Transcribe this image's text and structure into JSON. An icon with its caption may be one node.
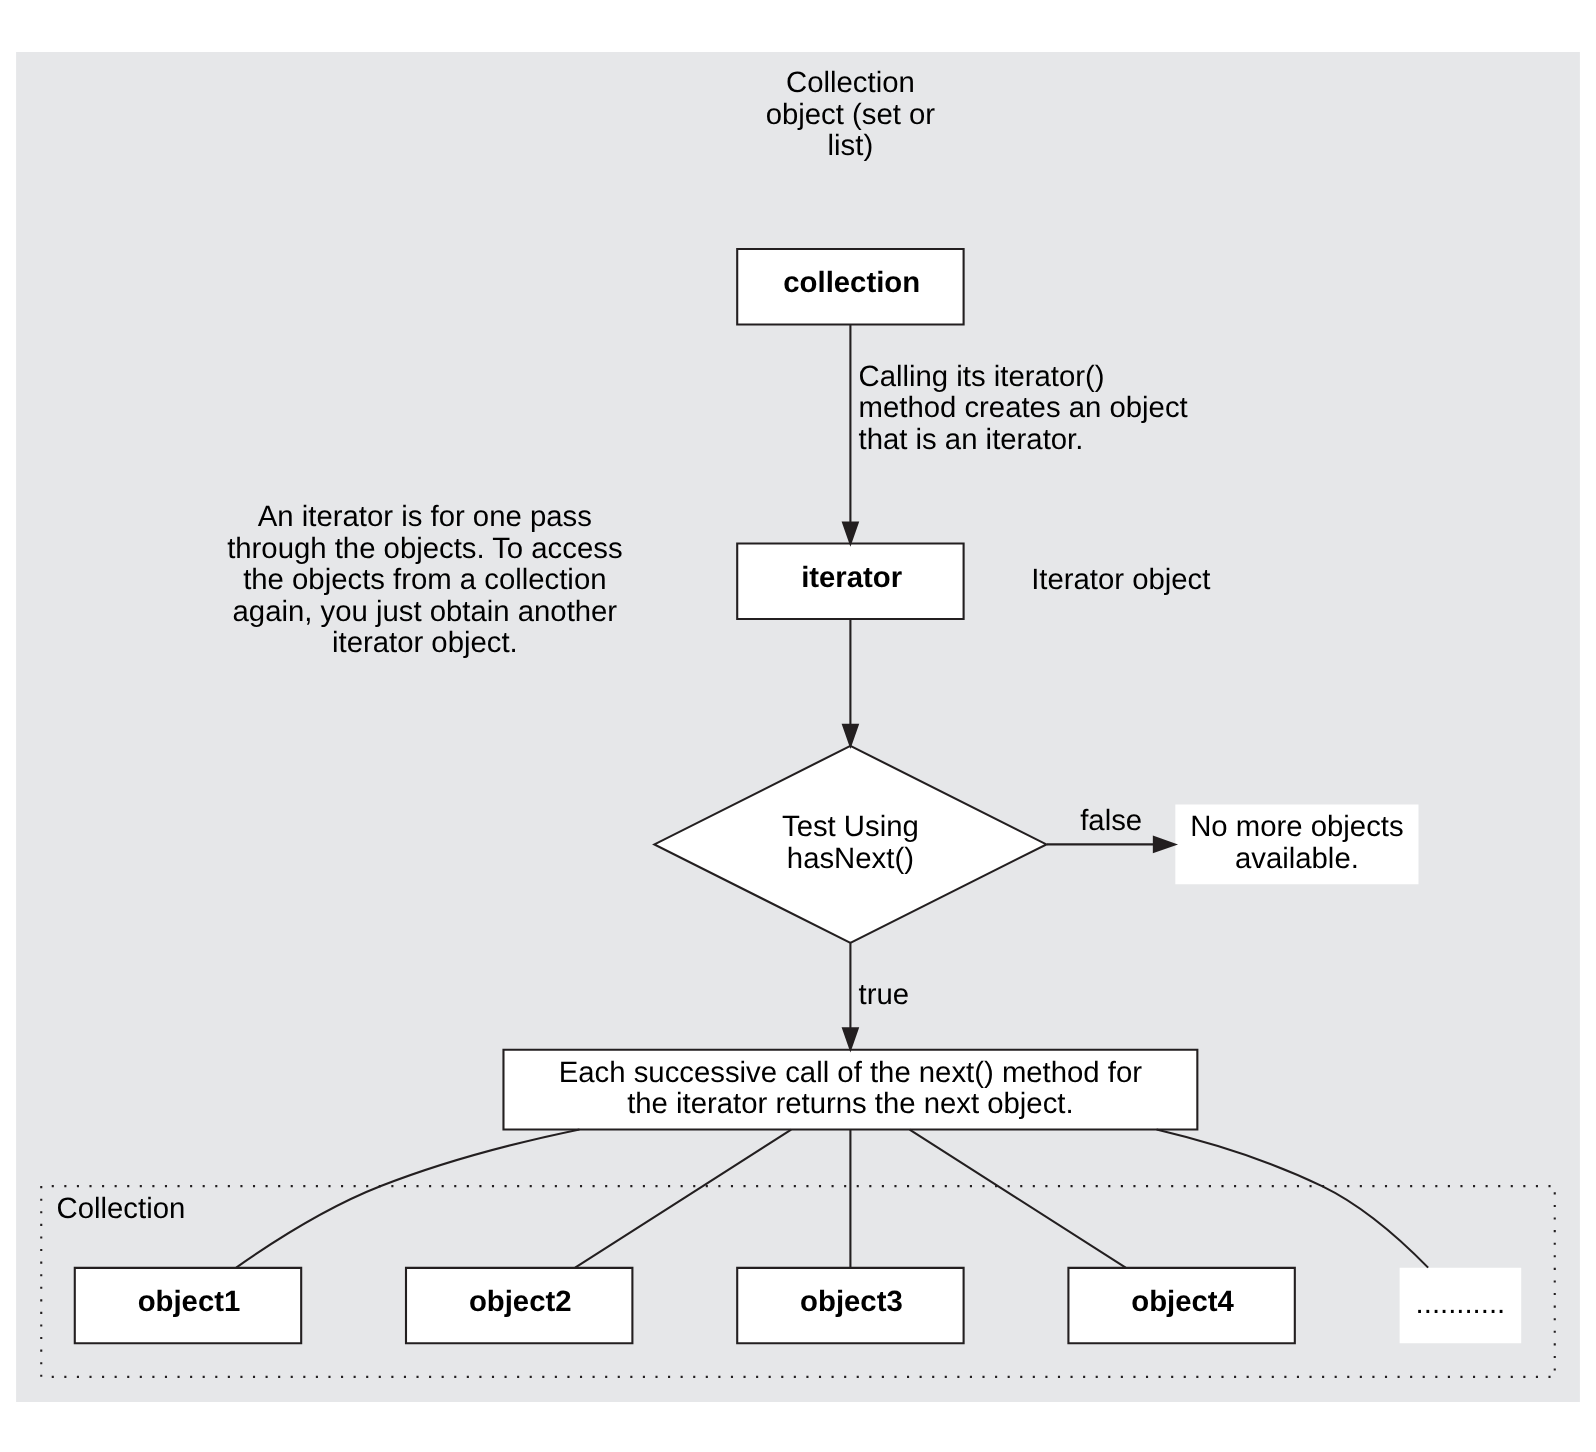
{
  "diagram": {
    "nodes": [
      {
        "text": [
          "collection"
        ],
        "beside": [
          "Collection object (set or list)"
        ]
      },
      {
        "text": [
          "iterator"
        ],
        "beside": [
          "Iterator object"
        ]
      },
      {
        "text": [
          "Test Using hasNext()"
        ]
      },
      {
        "text": [
          "No more objects available."
        ]
      },
      {
        "text": [
          "Each successive call of the next() method for the iterator returns the next object."
        ]
      },
      {
        "text": [
          "Collection"
        ]
      },
      {
        "text": [
          "object1"
        ],
        "in": 5
      },
      {
        "text": [
          "object2"
        ],
        "in": 5
      },
      {
        "text": [
          "object3"
        ],
        "in": 5
      },
      {
        "text": [
          "object4"
        ],
        "in": 5
      },
      {
        "text": [
          "..........."
        ],
        "in": 5
      }
    ],
    "edges": [
      {
        "from": 0,
        "to": 1,
        "arrow": "to",
        "label": "Calling its iterator() method creates an object that is an iterator."
      },
      {
        "from": 1,
        "to": 2,
        "arrow": "to"
      },
      {
        "from": 2,
        "to": 3,
        "arrow": "to",
        "label": "false"
      },
      {
        "from": 2,
        "to": 4,
        "arrow": "to",
        "label": "true"
      },
      {
        "from": 4,
        "to": 6,
        "arrow": "none"
      },
      {
        "from": 4,
        "to": 7,
        "arrow": "none"
      },
      {
        "from": 4,
        "to": 8,
        "arrow": "none"
      },
      {
        "from": 4,
        "to": 9,
        "arrow": "none"
      },
      {
        "from": 4,
        "to": 10,
        "arrow": "none"
      }
    ],
    "labels": [
      "An iterator is for one pass through the objects. To access the objects from a collection again, you just obtain another iterator object."
    ]
  }
}
